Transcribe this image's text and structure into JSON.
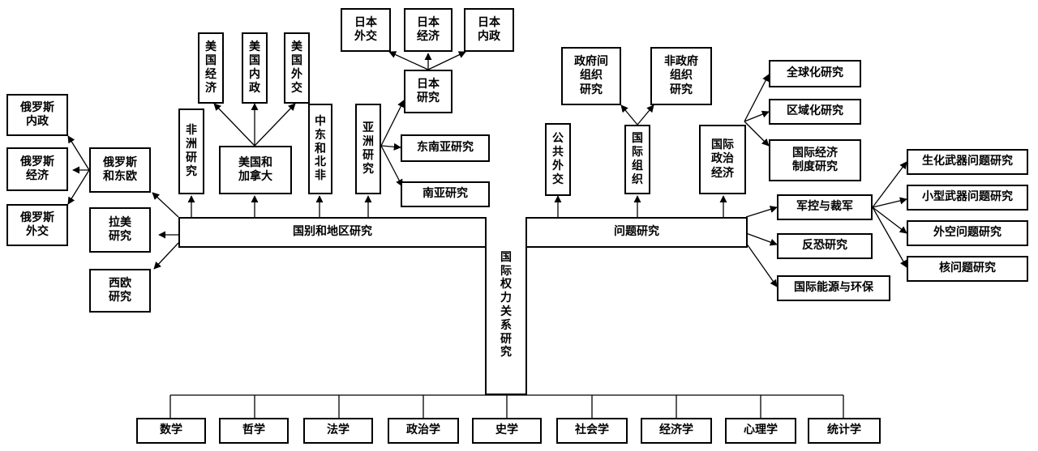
{
  "center": {
    "country_region": "国别和地区研究",
    "issues": "问题研究",
    "power": "国际权力关系研究"
  },
  "russia": {
    "main": "俄罗斯\n和东欧",
    "politics": "俄罗斯\n内政",
    "economy": "俄罗斯\n经济",
    "diplomacy": "俄罗斯\n外交"
  },
  "latin_america": "拉美\n研究",
  "western_europe": "西欧\n研究",
  "africa": "非洲研究",
  "us_canada": {
    "main": "美国和\n加拿大",
    "economy": "美国经济",
    "politics": "美国内政",
    "diplomacy": "美国外交"
  },
  "middle_east": "中东和北非",
  "asia": {
    "main": "亚洲研究",
    "japan": "日本\n研究",
    "japan_diplomacy": "日本\n外交",
    "japan_economy": "日本\n经济",
    "japan_politics": "日本\n内政",
    "southeast_asia": "东南亚研究",
    "south_asia": "南亚研究"
  },
  "public_diplomacy": "公共外交",
  "intl_org": {
    "main": "国际组织",
    "igo": "政府间\n组织\n研究",
    "ngo": "非政府\n组织\n研究"
  },
  "ipe": {
    "main": "国际\n政治\n经济",
    "globalization": "全球化研究",
    "regionalization": "区域化研究",
    "econ_institutions": "国际经济\n制度研究"
  },
  "arms_control": {
    "main": "军控与裁军",
    "bio_chem": "生化武器问题研究",
    "small_arms": "小型武器问题研究",
    "space": "外空问题研究",
    "nuclear": "核问题研究"
  },
  "counter_terror": "反恐研究",
  "energy_env": "国际能源与环保",
  "disciplines": [
    "数学",
    "哲学",
    "法学",
    "政治学",
    "史学",
    "社会学",
    "经济学",
    "心理学",
    "统计学"
  ]
}
